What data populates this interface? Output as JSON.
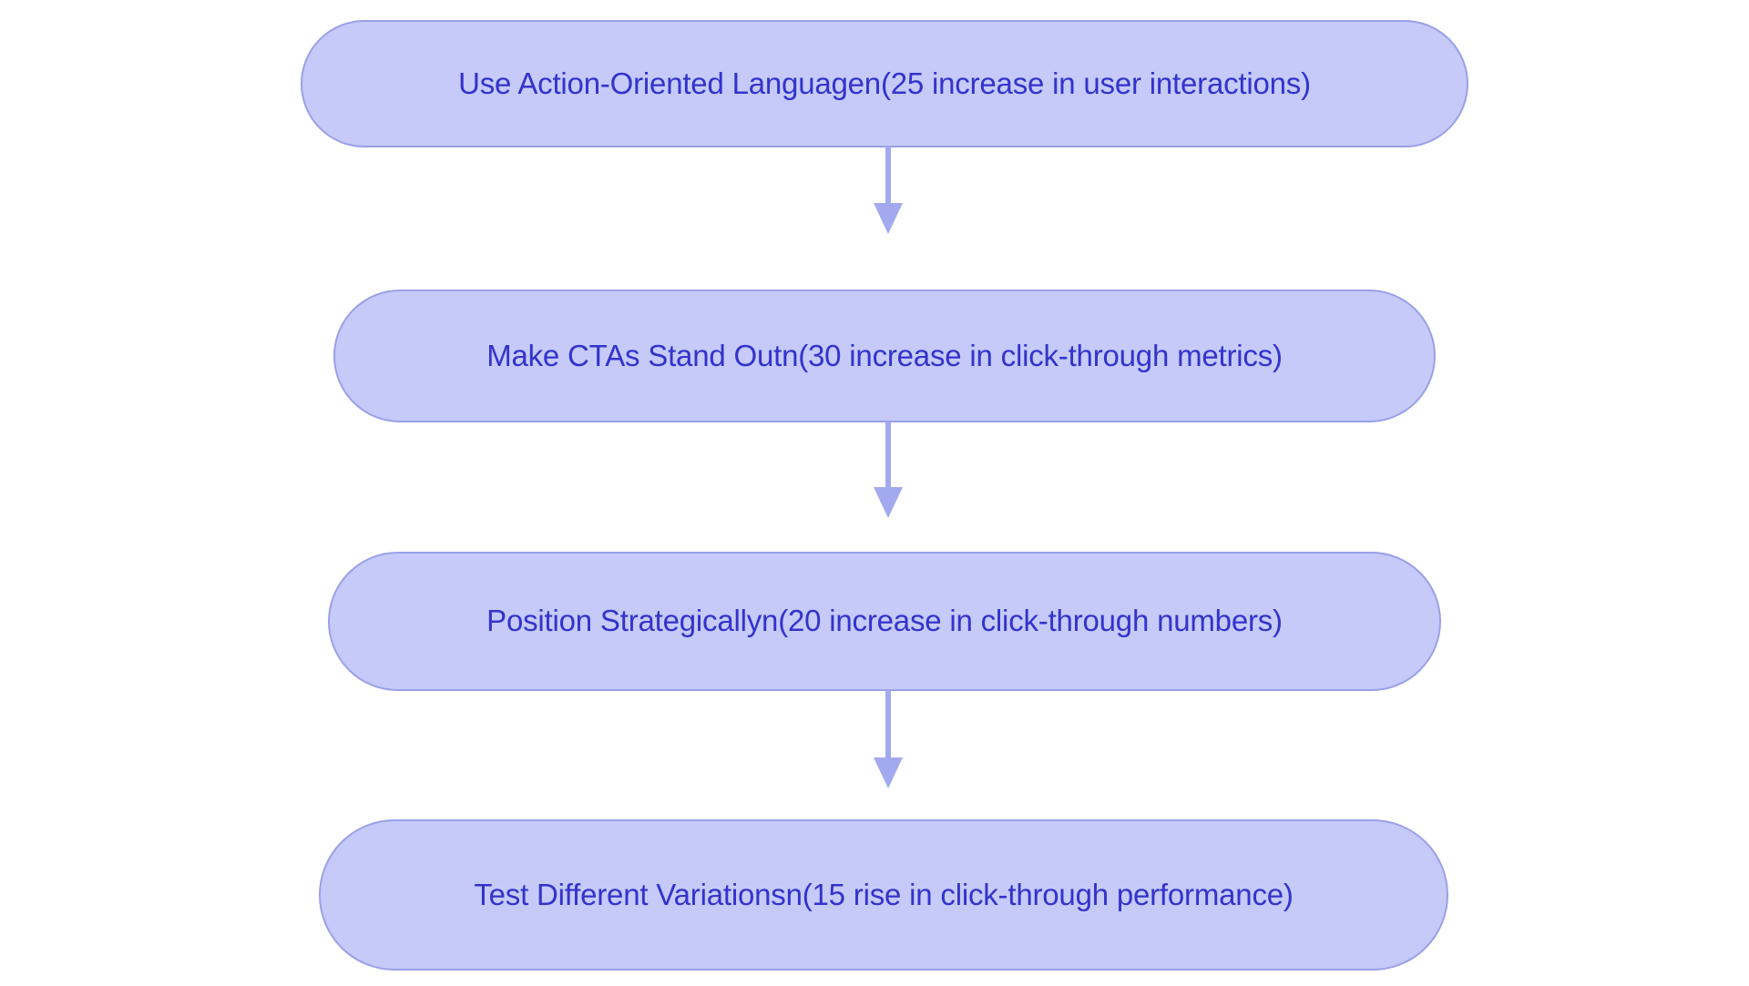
{
  "diagram": {
    "type": "flowchart",
    "orientation": "top-to-bottom",
    "background_color": "#ffffff",
    "node_fill_color": "#c5caf8",
    "node_border_color": "#9aa0e8",
    "node_text_color": "#3333cc",
    "connector_color": "#a3a9ee",
    "nodes": [
      {
        "id": "node-1",
        "label": "Use Action-Oriented Languagen(25 increase in user interactions)"
      },
      {
        "id": "node-2",
        "label": "Make CTAs Stand Outn(30 increase in click-through metrics)"
      },
      {
        "id": "node-3",
        "label": "Position Strategicallyn(20 increase in click-through numbers)"
      },
      {
        "id": "node-4",
        "label": "Test Different Variationsn(15 rise in click-through performance)"
      }
    ],
    "connectors": [
      {
        "id": "connector-1",
        "from": "node-1",
        "to": "node-2",
        "arrowhead": "down-triangle"
      },
      {
        "id": "connector-2",
        "from": "node-2",
        "to": "node-3",
        "arrowhead": "down-triangle"
      },
      {
        "id": "connector-3",
        "from": "node-3",
        "to": "node-4",
        "arrowhead": "down-triangle"
      }
    ]
  }
}
